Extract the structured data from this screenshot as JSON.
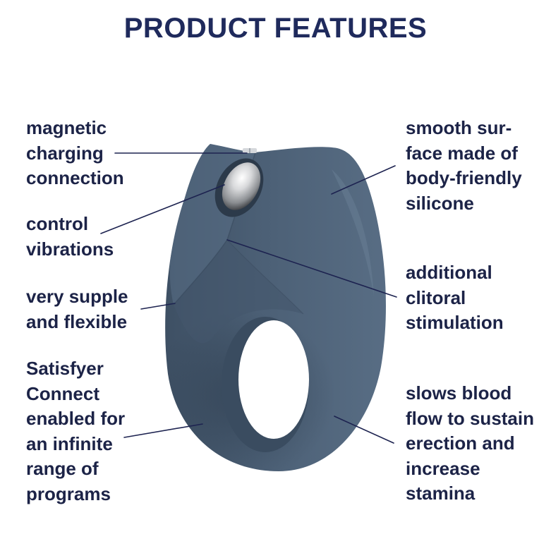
{
  "title": "PRODUCT FEATURES",
  "left_features": [
    {
      "lines": [
        "magnetic",
        "charging",
        "connection"
      ]
    },
    {
      "lines": [
        "control",
        "vibrations"
      ]
    },
    {
      "lines": [
        "very supple",
        "and flexible"
      ]
    },
    {
      "lines": [
        "Satisfyer",
        "Connect",
        "enabled for",
        "an infinite",
        "range of",
        "programs"
      ]
    }
  ],
  "right_features": [
    {
      "lines": [
        "smooth sur-",
        "face made of",
        "body-friendly",
        "silicone"
      ]
    },
    {
      "lines": [
        "additional",
        "clitoral",
        "stimulation"
      ]
    },
    {
      "lines": [
        "slows blood",
        "flow to sustain",
        "erection and",
        "increase",
        "stamina"
      ]
    }
  ],
  "product_image": {
    "icon": "ring-vibrator-illustration"
  },
  "colors": {
    "title": "#1f2a5c",
    "text": "#1c2347",
    "leader_lines": "#1d2350",
    "product_body": "#4f6378",
    "background": "#ffffff"
  }
}
